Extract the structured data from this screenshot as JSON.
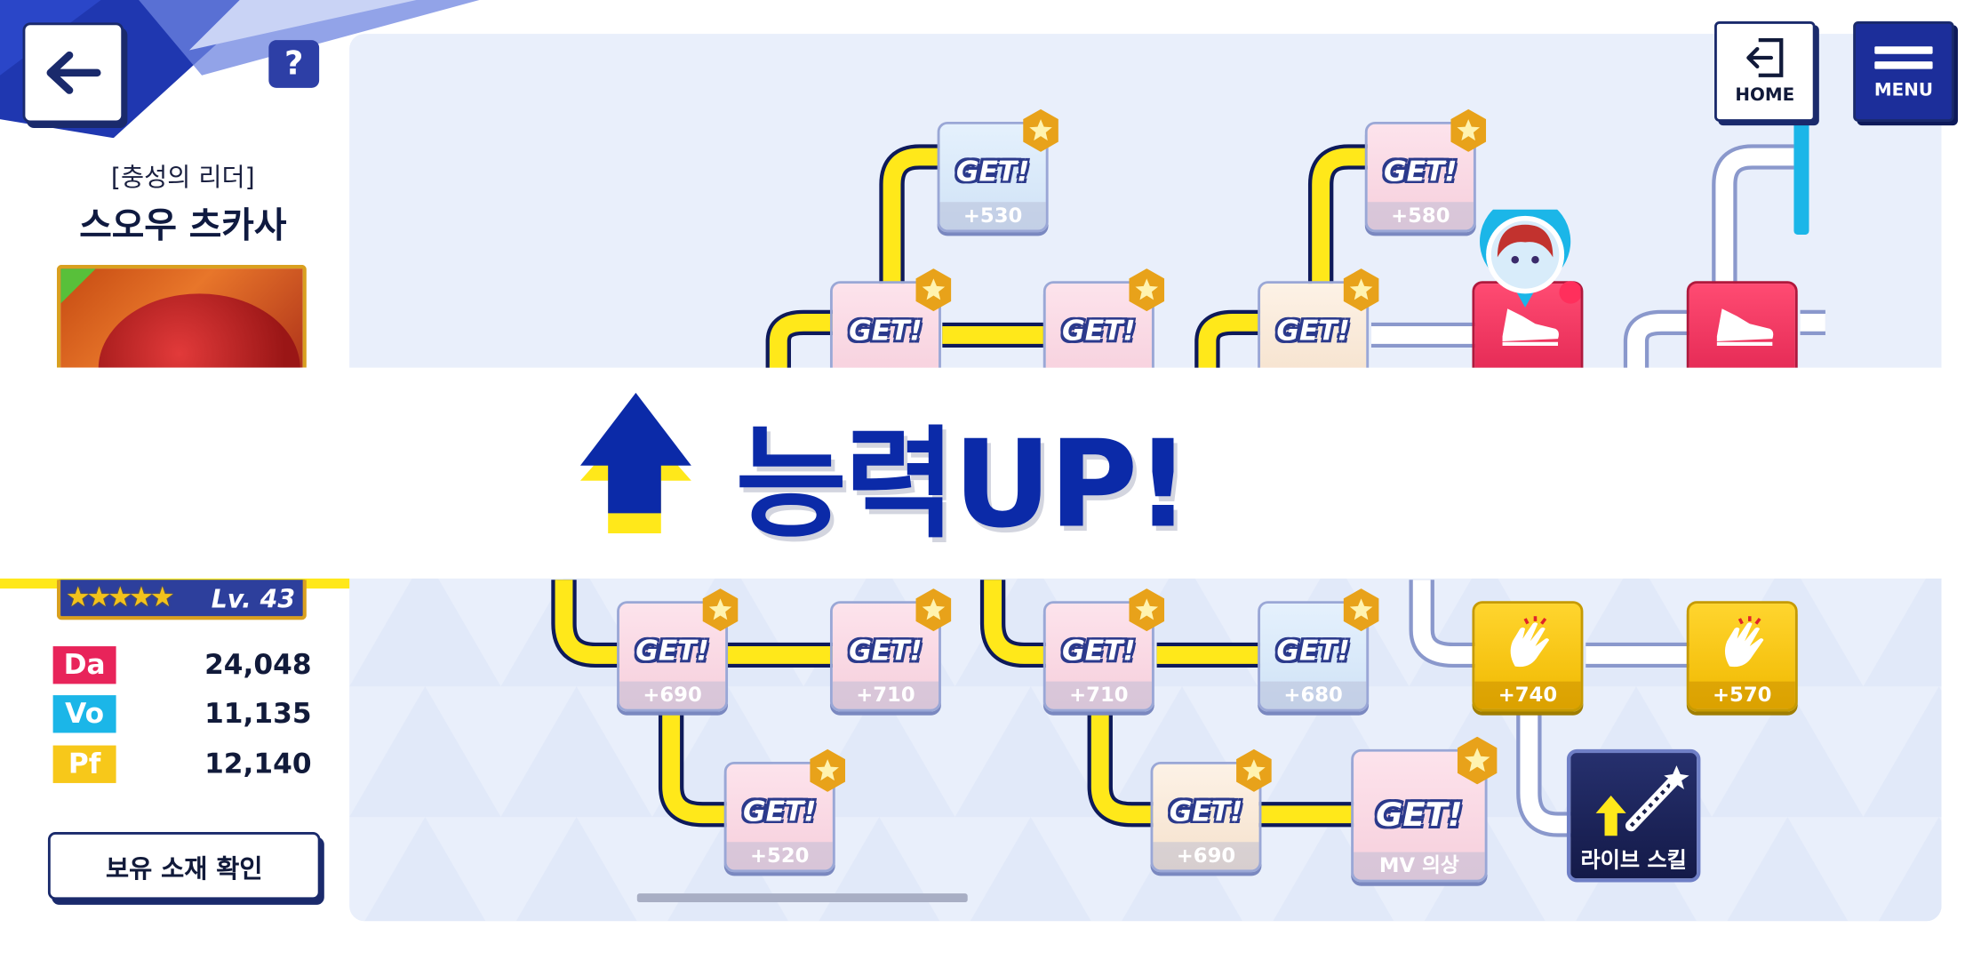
{
  "colors": {
    "primary_blue": "#0b2aa8",
    "navy": "#1a2a6c",
    "yellow_path": "#ffe81a",
    "gold_node": "#ffd52e",
    "red_node": "#e02450",
    "da_color": "#e8245a",
    "vo_color": "#1bb6e8",
    "pf_color": "#f7c81a"
  },
  "header": {
    "back_icon": "arrow-left-icon",
    "help_label": "?",
    "home_label": "HOME",
    "menu_label": "MENU"
  },
  "character": {
    "title": "[충성의 리더]",
    "name": "스오우 츠카사",
    "stars": "★★★★★",
    "stars_count": 5,
    "level_label": "Lv. 43"
  },
  "stats": [
    {
      "label": "Da",
      "value": "24,048"
    },
    {
      "label": "Vo",
      "value": "11,135"
    },
    {
      "label": "Pf",
      "value": "12,140"
    }
  ],
  "own_materials_button": "보유 소재 확인",
  "banner": {
    "text": "능력UP!"
  },
  "nodes": {
    "top_row1_a": {
      "label": "GET!",
      "value": "+530"
    },
    "top_row1_b": {
      "label": "GET!",
      "value": "+580"
    },
    "top_row2_a": {
      "label": "GET!"
    },
    "top_row2_b": {
      "label": "GET!"
    },
    "top_row2_c": {
      "label": "GET!"
    },
    "bottom_row1_a": {
      "label": "GET!",
      "value": "+690"
    },
    "bottom_row1_b": {
      "label": "GET!",
      "value": "+710"
    },
    "bottom_row1_c": {
      "label": "GET!",
      "value": "+710"
    },
    "bottom_row1_d": {
      "label": "GET!",
      "value": "+680"
    },
    "bottom_row1_e": {
      "value": "+740"
    },
    "bottom_row1_f": {
      "value": "+570"
    },
    "bottom_row2_a": {
      "label": "GET!",
      "value": "+520"
    },
    "bottom_row2_b": {
      "label": "GET!",
      "value": "+690"
    },
    "bottom_row2_c": {
      "label": "GET!",
      "value": "MV 의상"
    },
    "skill": {
      "label": "라이브 스킬"
    }
  }
}
